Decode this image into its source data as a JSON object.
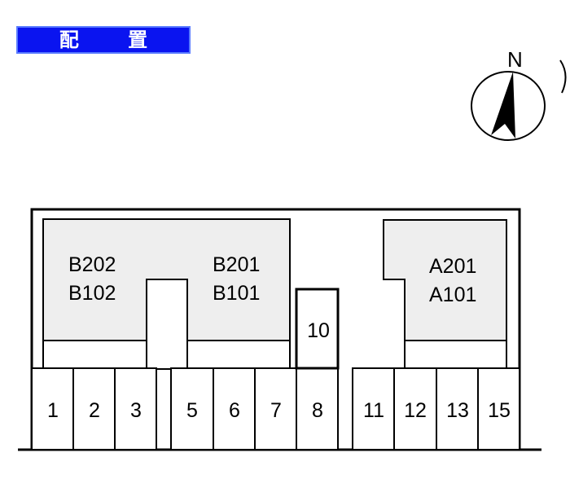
{
  "title": "配 置 図",
  "compass": {
    "label": "N"
  },
  "buildings": {
    "B": {
      "units_left": [
        "B202",
        "B102"
      ],
      "units_right": [
        "B201",
        "B101"
      ]
    },
    "A": {
      "units": [
        "A201",
        "A101"
      ]
    }
  },
  "parking": [
    "1",
    "2",
    "3",
    "5",
    "6",
    "7",
    "8",
    "10",
    "11",
    "12",
    "13",
    "15"
  ],
  "colors": {
    "title_bg": "#0a14f0",
    "building_fill": "#eeeeee"
  }
}
